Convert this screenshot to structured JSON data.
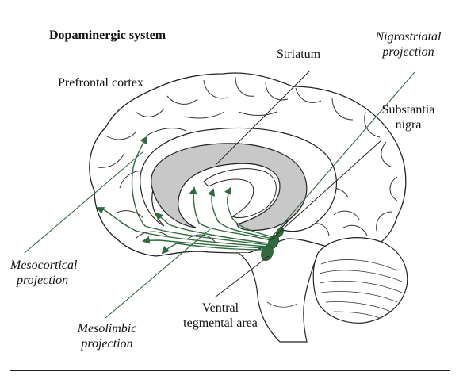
{
  "title": "Dopaminergic system",
  "labels": {
    "striatum": "Striatum",
    "prefrontal_cortex": "Prefrontal cortex",
    "substantia_nigra_line1": "Substantia",
    "substantia_nigra_line2": "nigra",
    "nigrostriatal_line1": "Nigrostriatal",
    "nigrostriatal_line2": "projection",
    "mesocortical_line1": "Mesocortical",
    "mesocortical_line2": "projection",
    "mesolimbic_line1": "Mesolimbic",
    "mesolimbic_line2": "projection",
    "vta_line1": "Ventral",
    "vta_line2": "tegmental area"
  },
  "colors": {
    "pathway": "#2f6b3e",
    "striatum_fill": "#c8c8c8",
    "outline": "#222222"
  }
}
